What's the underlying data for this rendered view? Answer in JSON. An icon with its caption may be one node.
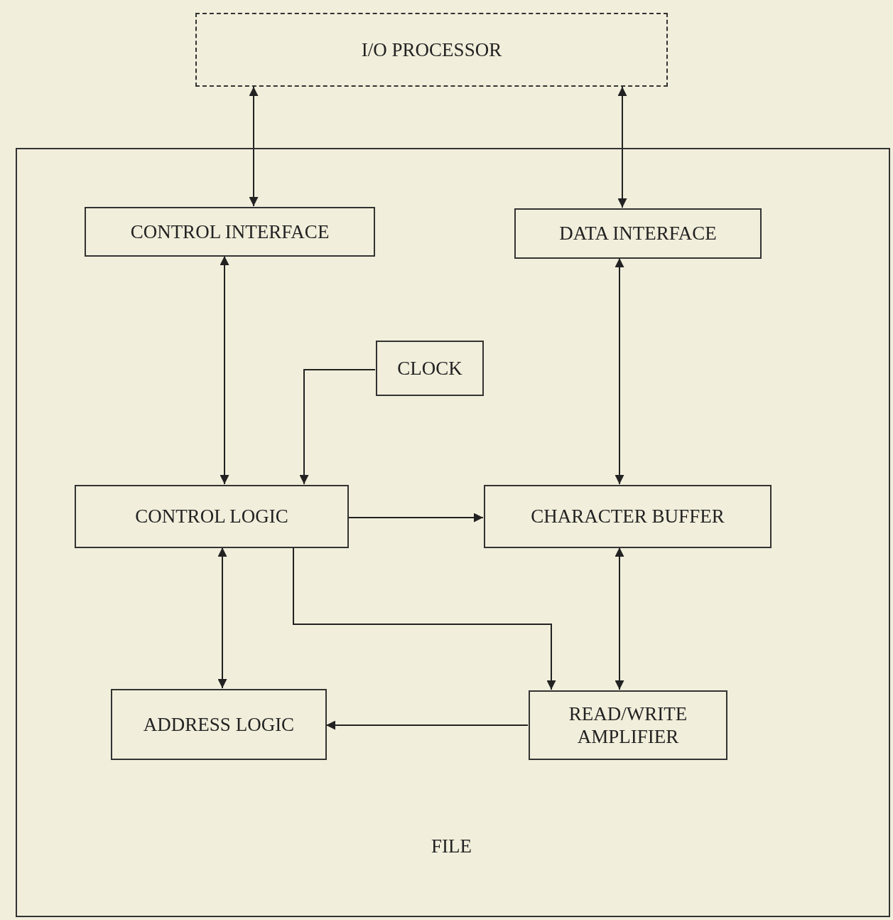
{
  "diagram": {
    "nodes": [
      {
        "text": [
          "I/O PROCESSOR"
        ]
      },
      {
        "text": [
          "FILE"
        ]
      },
      {
        "text": [
          "CONTROL INTERFACE"
        ],
        "in": 1
      },
      {
        "text": [
          "DATA INTERFACE"
        ],
        "in": 1
      },
      {
        "text": [
          "CLOCK"
        ],
        "in": 1
      },
      {
        "text": [
          "CONTROL LOGIC"
        ],
        "in": 1
      },
      {
        "text": [
          "CHARACTER BUFFER"
        ],
        "in": 1
      },
      {
        "text": [
          "ADDRESS LOGIC"
        ],
        "in": 1
      },
      {
        "text": [
          "READ/WRITE AMPLIFIER"
        ],
        "in": 1
      }
    ],
    "edges": [
      {
        "from": 0,
        "to": 2,
        "arrow": "both"
      },
      {
        "from": 0,
        "to": 3,
        "arrow": "both"
      },
      {
        "from": 2,
        "to": 5,
        "arrow": "both"
      },
      {
        "from": 3,
        "to": 6,
        "arrow": "both"
      },
      {
        "from": 4,
        "to": 5,
        "arrow": "to"
      },
      {
        "from": 5,
        "to": 6,
        "arrow": "to"
      },
      {
        "from": 5,
        "to": 7,
        "arrow": "both"
      },
      {
        "from": 5,
        "to": 8,
        "arrow": "to"
      },
      {
        "from": 6,
        "to": 8,
        "arrow": "both"
      },
      {
        "from": 8,
        "to": 7,
        "arrow": "to"
      }
    ]
  }
}
